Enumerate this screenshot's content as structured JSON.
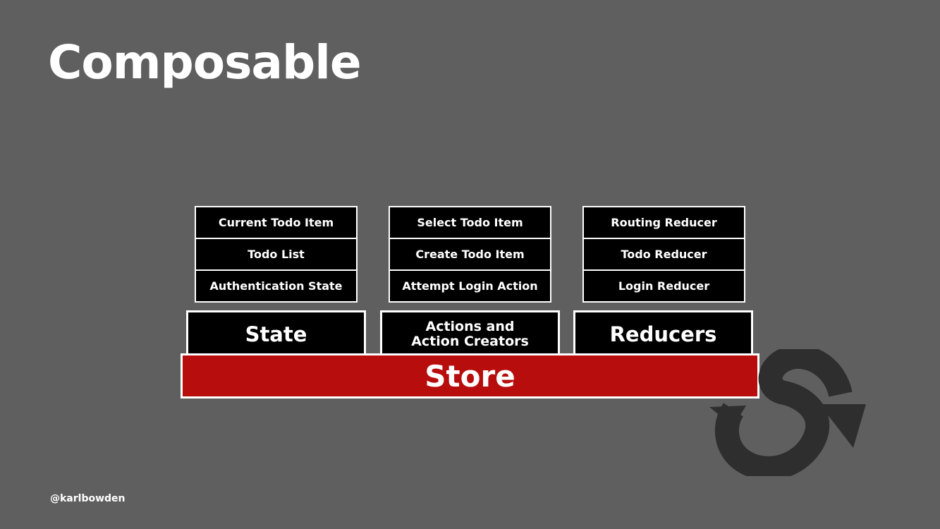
{
  "title": "Composable",
  "diagram": {
    "columns": [
      {
        "items": [
          "Current Todo Item",
          "Todo List",
          "Authentication State"
        ],
        "label_lines": [
          "State"
        ]
      },
      {
        "items": [
          "Select Todo Item",
          "Create Todo Item",
          "Attempt Login Action"
        ],
        "label_lines": [
          "Actions and",
          "Action Creators"
        ]
      },
      {
        "items": [
          "Routing Reducer",
          "Todo Reducer",
          "Login Reducer"
        ],
        "label_lines": [
          "Reducers"
        ]
      }
    ],
    "base_label": "Store"
  },
  "colors": {
    "background": "#5f5f5f",
    "box_fill": "#000000",
    "border": "#ffffff",
    "store_fill": "#b80d0d",
    "logo": "#2e2e2e"
  },
  "icons": {
    "logo": "redux-swirl-arrow-icon"
  },
  "footer": {
    "handle": "@karlbowden"
  }
}
